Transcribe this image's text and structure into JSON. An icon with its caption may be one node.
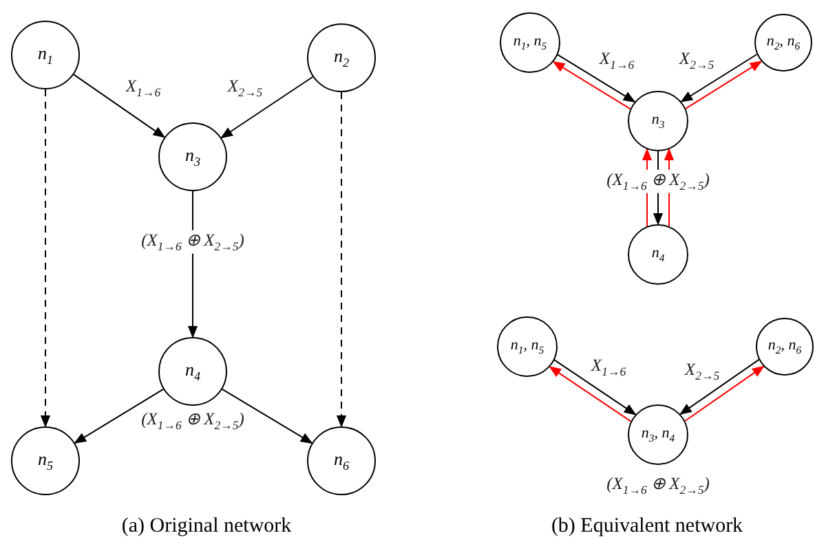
{
  "diagram": {
    "nodes": [
      {
        "text": [
          "n$_{1}$"
        ]
      },
      {
        "text": [
          "n$_{2}$"
        ]
      },
      {
        "text": [
          "n$_{3}$"
        ]
      },
      {
        "text": [
          "n$_{4}$"
        ]
      },
      {
        "text": [
          "n$_{5}$"
        ]
      },
      {
        "text": [
          "n$_{6}$"
        ]
      },
      {
        "text": [
          "n$_{1}$, n$_{5}$"
        ]
      },
      {
        "text": [
          "n$_{2}$, n$_{6}$"
        ]
      },
      {
        "text": [
          "n$_{3}$"
        ]
      },
      {
        "text": [
          "n$_{4}$"
        ]
      },
      {
        "text": [
          "n$_{1}$, n$_{5}$"
        ]
      },
      {
        "text": [
          "n$_{2}$, n$_{6}$"
        ]
      },
      {
        "text": [
          "n$_{3}$, n$_{4}$"
        ],
        "beside": [
          "(X$_{1→6}$ ⊕ X$_{2→5}$)"
        ]
      }
    ],
    "edges": [
      {
        "from": 0,
        "to": 2,
        "arrow": "to",
        "label": "X$_{1→6}$"
      },
      {
        "from": 1,
        "to": 2,
        "arrow": "to",
        "label": "X$_{2→5}$"
      },
      {
        "from": 2,
        "to": 3,
        "arrow": "to",
        "label": "(X$_{1→6}$ ⊕ X$_{2→5}$)"
      },
      {
        "from": 3,
        "to": 4,
        "arrow": "to"
      },
      {
        "from": 3,
        "to": 5,
        "arrow": "to"
      },
      {
        "from": 0,
        "to": 4,
        "arrow": "to",
        "style": "dashed"
      },
      {
        "from": 1,
        "to": 5,
        "arrow": "to",
        "style": "dashed"
      },
      {
        "from": 6,
        "to": 8,
        "arrow": "to",
        "label": "X$_{1→6}$"
      },
      {
        "from": 8,
        "to": 6,
        "arrow": "to",
        "color": "#ff0000"
      },
      {
        "from": 7,
        "to": 8,
        "arrow": "to",
        "label": "X$_{2→5}$"
      },
      {
        "from": 8,
        "to": 7,
        "arrow": "to",
        "color": "#ff0000"
      },
      {
        "from": 8,
        "to": 9,
        "arrow": "to",
        "label": "(X$_{1→6}$ ⊕ X$_{2→5}$)"
      },
      {
        "from": 9,
        "to": 8,
        "arrow": "to",
        "color": "#ff0000"
      },
      {
        "from": 9,
        "to": 8,
        "arrow": "to",
        "color": "#ff0000"
      },
      {
        "from": 10,
        "to": 12,
        "arrow": "to",
        "label": "X$_{1→6}$"
      },
      {
        "from": 12,
        "to": 10,
        "arrow": "to",
        "color": "#ff0000"
      },
      {
        "from": 11,
        "to": 12,
        "arrow": "to",
        "label": "X$_{2→5}$"
      },
      {
        "from": 12,
        "to": 11,
        "arrow": "to",
        "color": "#ff0000"
      }
    ],
    "labels": [
      "(X$_{1→6}$ ⊕ X$_{2→5}$)",
      "(a) Original network",
      "(b) Equivalent network"
    ]
  }
}
